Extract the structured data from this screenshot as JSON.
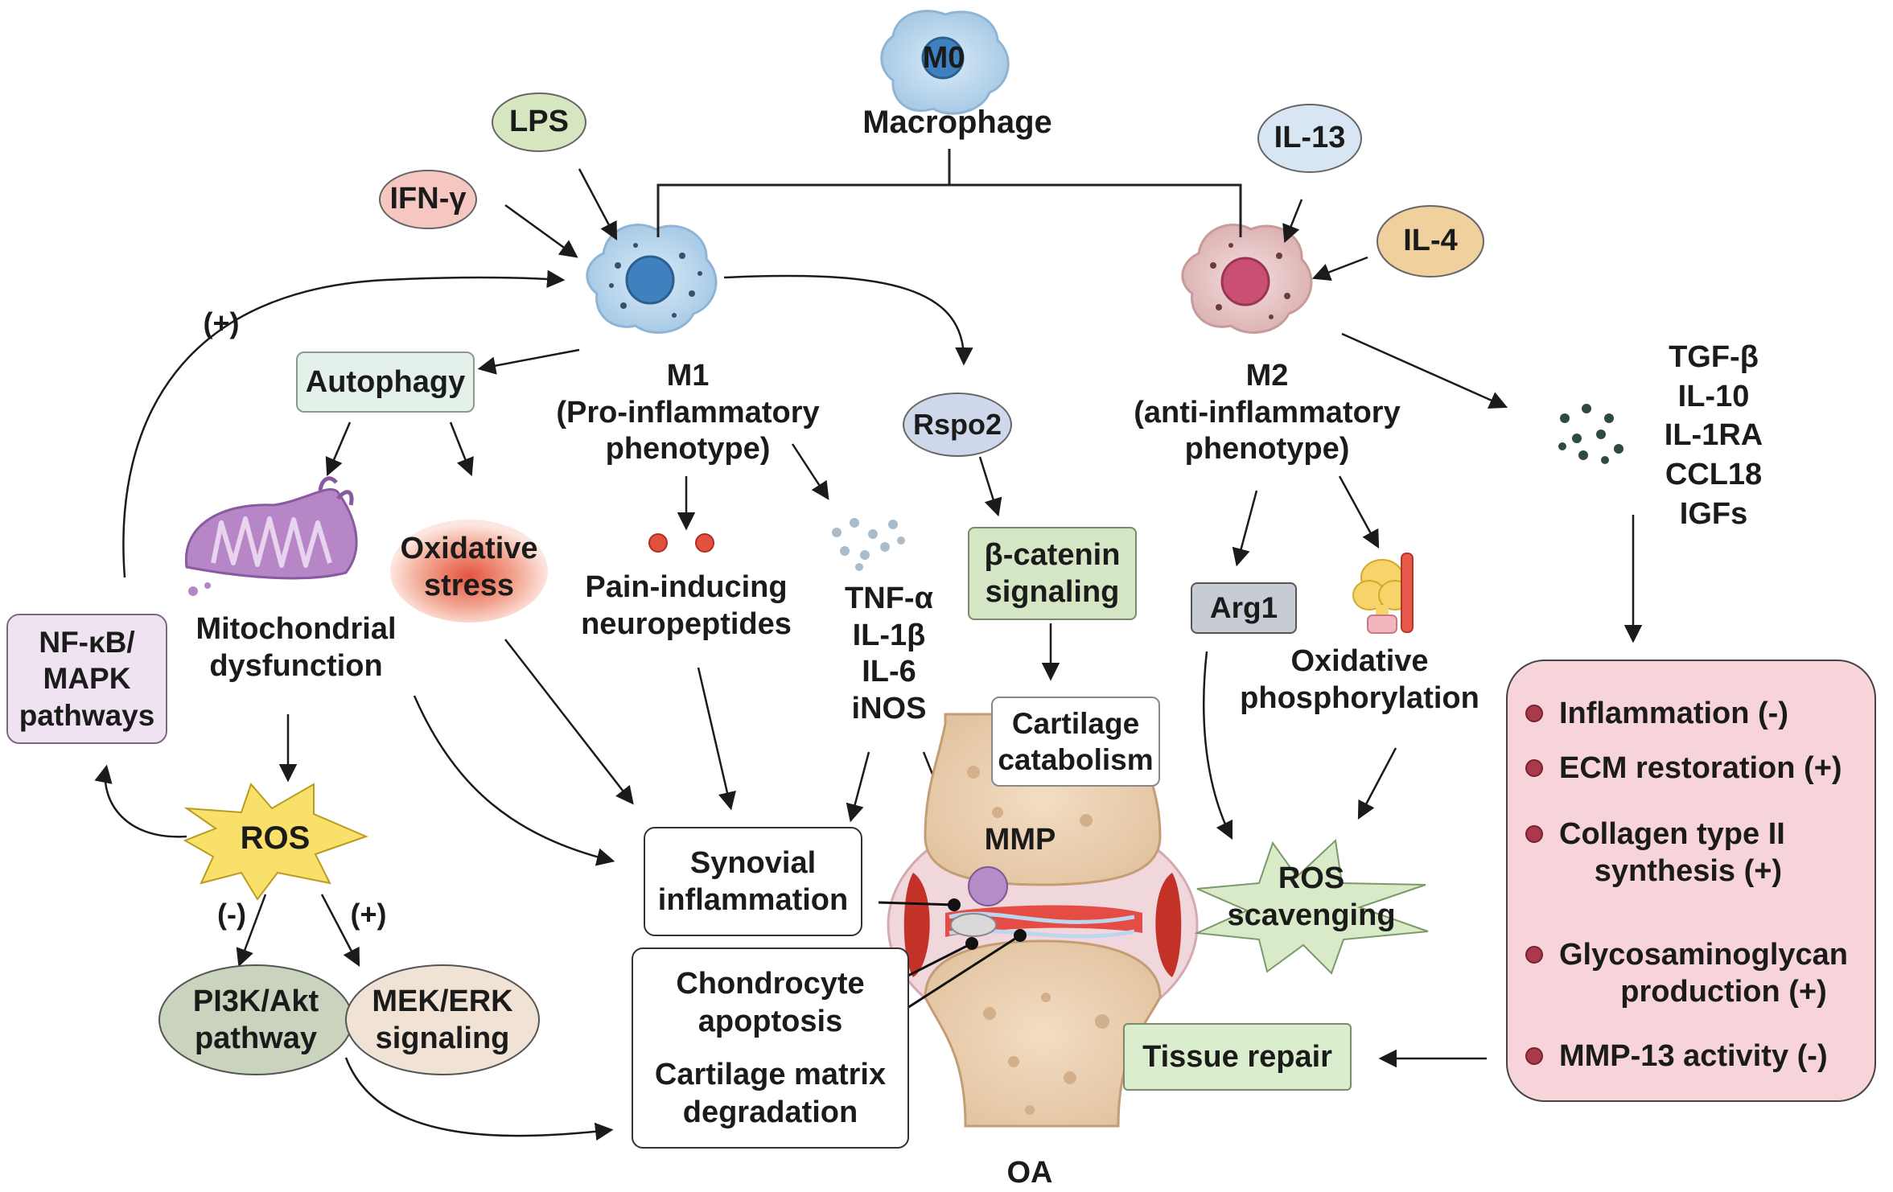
{
  "m0": {
    "cell": "M0",
    "title": "Macrophage"
  },
  "stimuli": {
    "lps": "LPS",
    "ifn": "IFN-γ",
    "il13": "IL-13",
    "il4": "IL-4"
  },
  "m1": {
    "line1": "M1",
    "line2": "(Pro-inflammatory",
    "line3": "phenotype)"
  },
  "m2": {
    "line1": "M2",
    "line2": "(anti-inflammatory",
    "line3": "phenotype)"
  },
  "positive_sign": "(+)",
  "autophagy": "Autophagy",
  "mito": {
    "line1": "Mitochondrial",
    "line2": "dysfunction"
  },
  "oxstress": {
    "line1": "Oxidative",
    "line2": "stress"
  },
  "nfkb": {
    "line1": "NF-κB/",
    "line2": "MAPK",
    "line3": "pathways"
  },
  "ros": "ROS",
  "ros_neg": "(-)",
  "ros_pos": "(+)",
  "pi3k": {
    "line1": "PI3K/Akt",
    "line2": "pathway"
  },
  "mek": {
    "line1": "MEK/ERK",
    "line2": "signaling"
  },
  "pain": {
    "line1": "Pain-inducing",
    "line2": "neuropeptides"
  },
  "cytokines": [
    "TNF-α",
    "IL-1β",
    "IL-6",
    "iNOS"
  ],
  "rspo2": "Rspo2",
  "beta": {
    "line1": "β-catenin",
    "line2": "signaling"
  },
  "cart_cat": {
    "line1": "Cartilage",
    "line2": "catabolism"
  },
  "synovial": {
    "line1": "Synovial",
    "line2": "inflammation"
  },
  "chondro": {
    "line1": "Chondrocyte",
    "line2": "apoptosis"
  },
  "cart_deg": {
    "line1": "Cartilage matrix",
    "line2": "degradation"
  },
  "mmp": "MMP",
  "oa": "OA",
  "arg1": "Arg1",
  "oxphos": {
    "line1": "Oxidative",
    "line2": "phosphorylation"
  },
  "ros_scav": {
    "line1": "ROS",
    "line2": "scavenging"
  },
  "tissue_repair": "Tissue repair",
  "m2_factors": [
    "TGF-β",
    "IL-10",
    "IL-1RA",
    "CCL18",
    "IGFs"
  ],
  "effects": [
    {
      "line1": "Inflammation (-)",
      "line2": ""
    },
    {
      "line1": "ECM restoration  (+)",
      "line2": ""
    },
    {
      "line1": "Collagen type II",
      "line2": "synthesis (+)"
    },
    {
      "line1": "Glycosaminoglycan",
      "line2": "production (+)"
    },
    {
      "line1": "MMP-13 activity (-)",
      "line2": ""
    }
  ],
  "colors": {
    "lps": "#d6e6c0",
    "ifn": "#f6c7c0",
    "il13": "#d8e6f4",
    "il4": "#f0d09c",
    "autophagy": "#e3f1ea",
    "nfkb": "#efe3f1",
    "ros_star": "#f9e06a",
    "pi3k": "#c9d3bd",
    "mek": "#f1e2d6",
    "rspo2": "#cfd8ea",
    "beta": "#d5e6c4",
    "arg1": "#c7ccd4",
    "ros_scav": "#d8eac7",
    "tissue_repair": "#daedcd",
    "effects_bg": "#f7d3da"
  }
}
